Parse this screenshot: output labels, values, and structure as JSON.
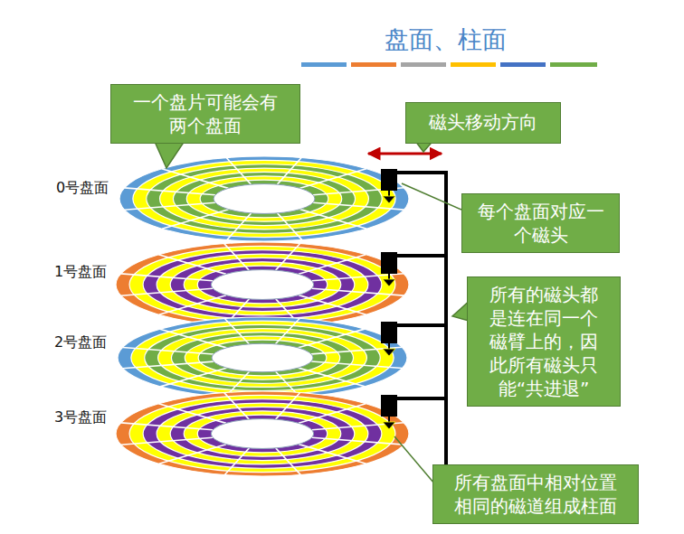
{
  "diagram": {
    "title": "盘面、柱面",
    "nodes": [
      {
        "text": [
          "一个盘片可能会有 两个盘面"
        ]
      },
      {
        "text": [
          "磁头移动方向"
        ]
      },
      {
        "text": [
          "每个盘面对应一 个磁头"
        ]
      },
      {
        "text": [
          "所有的磁头都 是连在同一个 磁臂上的，因 此所有磁头只 能“共进退”"
        ]
      },
      {
        "text": [
          "所有盘面中相对位置 相同的磁道组成柱面"
        ]
      }
    ],
    "labels": [
      "0号盘面",
      "1号盘面",
      "2号盘面",
      "3号盘面"
    ]
  }
}
